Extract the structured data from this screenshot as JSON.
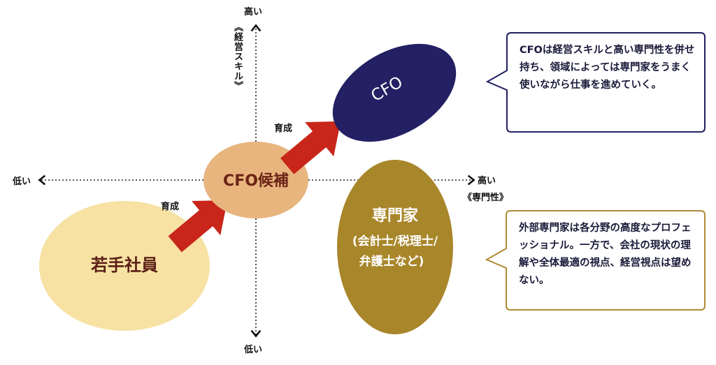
{
  "axes": {
    "y_high": "高い",
    "y_low": "低い",
    "y_title": "《経営スキル》",
    "x_high": "高い",
    "x_low": "低い",
    "x_title": "《専門性》"
  },
  "nodes": {
    "young_employee": "若手社員",
    "cfo_candidate": "CFO候補",
    "cfo": "CFO",
    "specialist_title": "専門家",
    "specialist_sub1": "(会計士/税理士/",
    "specialist_sub2": "弁護士など)"
  },
  "arrows": {
    "lower": "育成",
    "upper": "育成"
  },
  "callouts": {
    "cfo_text": "CFOは経営スキルと高い専門性を併せ持ち、領域によっては専門家をうまく使いながら仕事を進めていく。",
    "specialist_text": "外部専門家は各分野の高度なプロフェッショナル。一方で、会社の現状の理解や全体最適の視点、経営視点は望めない。"
  },
  "colors": {
    "young": "#f7e2a4",
    "candidate": "#e8b57f",
    "cfo": "#232163",
    "specialist": "#a8862a",
    "arrow": "#c8261a",
    "cfo_callout_border": "#232163",
    "specialist_callout_border": "#b08a35"
  }
}
